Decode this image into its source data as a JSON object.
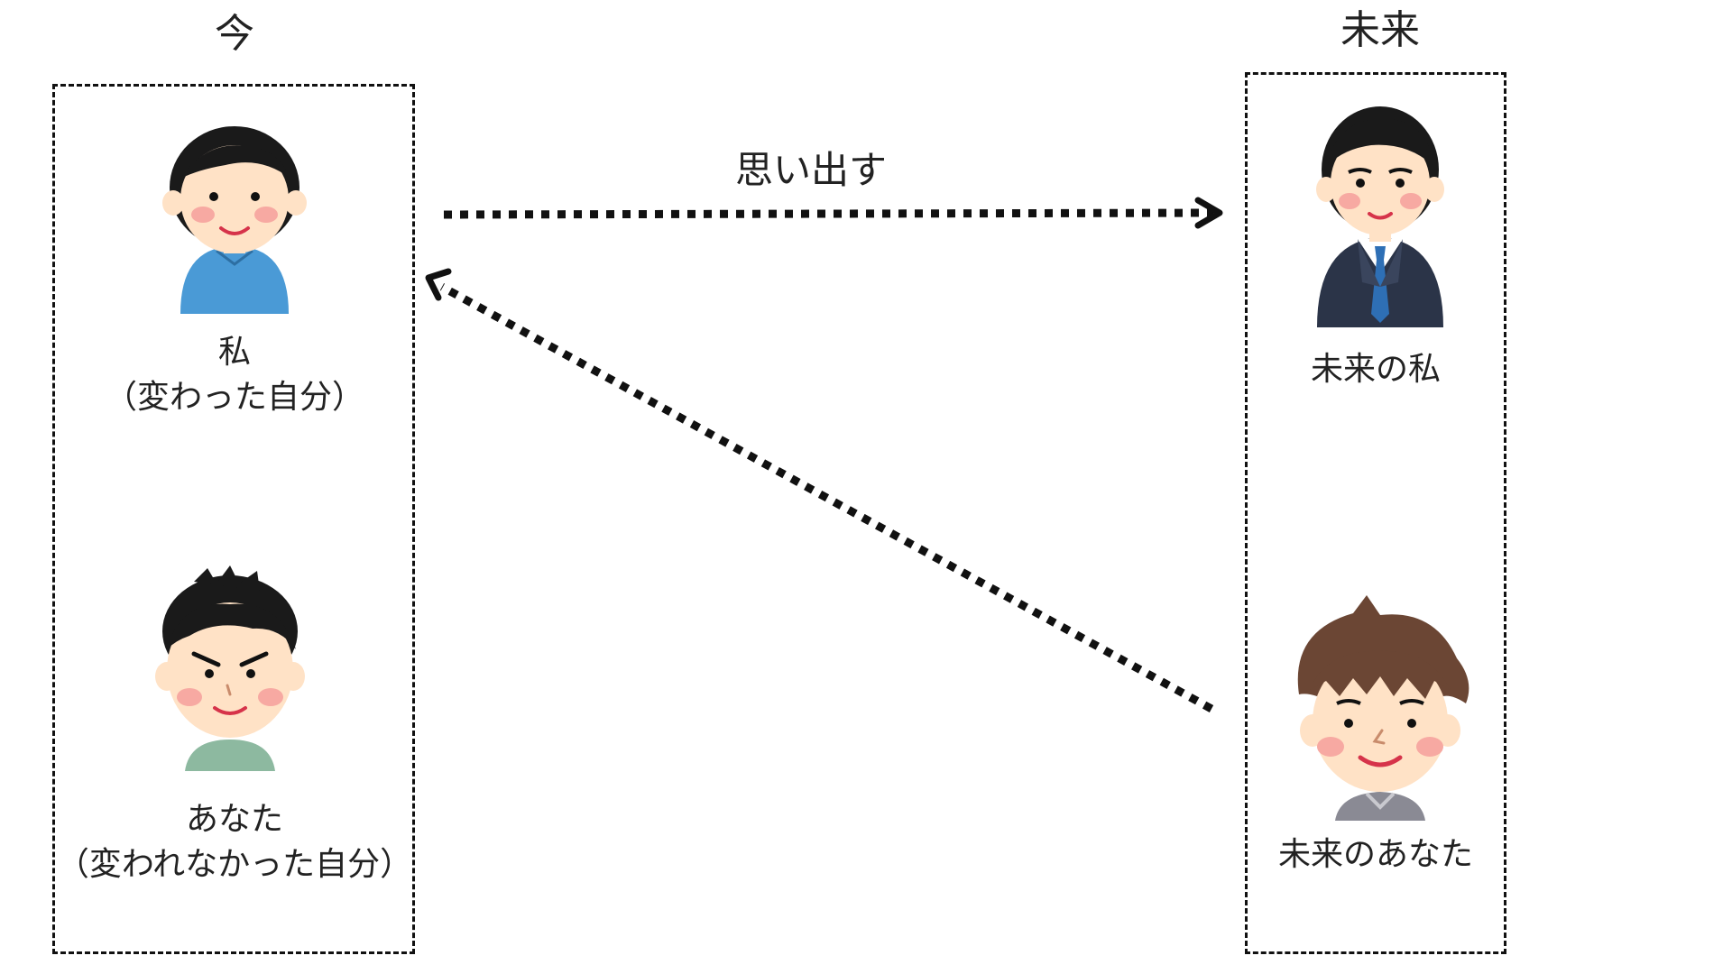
{
  "columns": {
    "now_title": "今",
    "future_title": "未来"
  },
  "now": {
    "me_label_1": "私",
    "me_label_2": "（変わった自分）",
    "you_label_1": "あなた",
    "you_label_2": "（変われなかった自分）"
  },
  "future": {
    "me_label": "未来の私",
    "you_label": "未来のあなた"
  },
  "arrows": {
    "top_label": "思い出す"
  },
  "colors": {
    "skin": "#FFE2C6",
    "cheek": "#F7A9A2",
    "hair_black": "#1A1A1A",
    "hair_brown": "#6B4634",
    "shirt_blue": "#4A9AD6",
    "shirt_green": "#8DB9A0",
    "suit_navy": "#2B3448",
    "tie_blue": "#2E6FB5",
    "mouth": "#D6334A",
    "outline": "#111111"
  }
}
